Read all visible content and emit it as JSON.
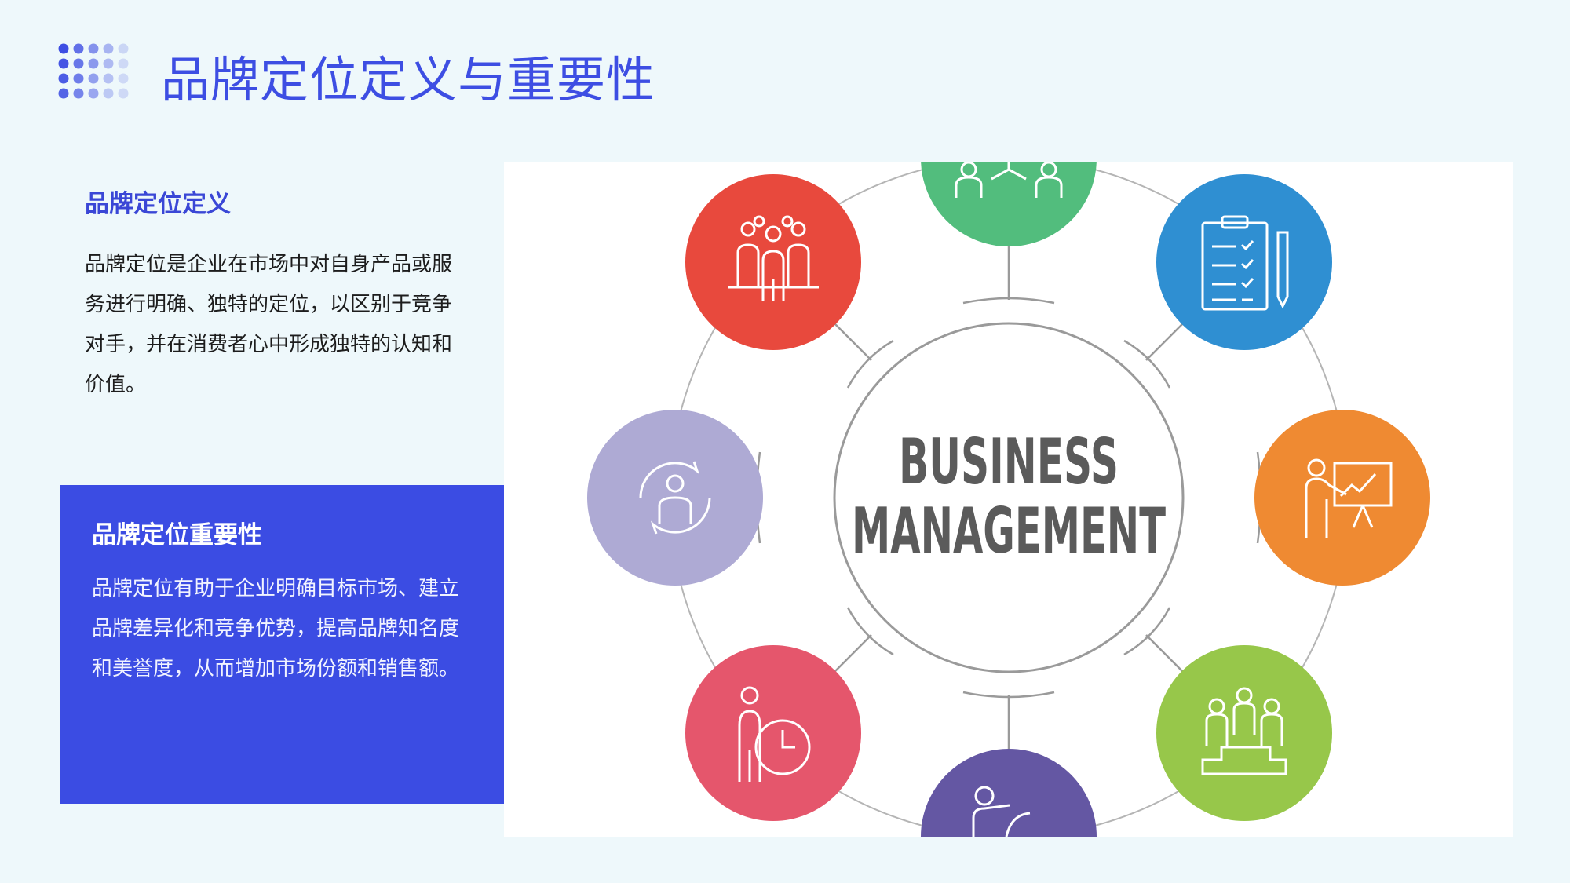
{
  "slide": {
    "title": "品牌定位定义与重要性"
  },
  "definition": {
    "heading": "品牌定位定义",
    "body": "品牌定位是企业在市场中对自身产品或服务进行明确、独特的定位，以区别于竞争对手，并在消费者心中形成独特的认知和价值。"
  },
  "importance": {
    "heading": "品牌定位重要性",
    "body": "品牌定位有助于企业明确目标市场、建立品牌差异化和竞争优势，提高品牌知名度和美誉度，从而增加市场份额和销售额。"
  },
  "diagram": {
    "center_line1": "BUSINESS",
    "center_line2": "MANAGEMENT",
    "nodes": [
      {
        "icon": "team-hierarchy-icon",
        "color": "#52bd7d"
      },
      {
        "icon": "clipboard-checklist-icon",
        "color": "#2f8fd2"
      },
      {
        "icon": "presentation-chart-icon",
        "color": "#ef8a32"
      },
      {
        "icon": "podium-team-icon",
        "color": "#97c74a"
      },
      {
        "icon": "presenter-pointing-icon",
        "color": "#6457a3"
      },
      {
        "icon": "person-clock-icon",
        "color": "#e5566c"
      },
      {
        "icon": "person-cycle-icon",
        "color": "#aeaad4"
      },
      {
        "icon": "group-people-icon",
        "color": "#e8493d"
      }
    ]
  },
  "colors": {
    "accent": "#3d4ee3",
    "background": "#eef8fb",
    "box": "#3b4ce3"
  }
}
